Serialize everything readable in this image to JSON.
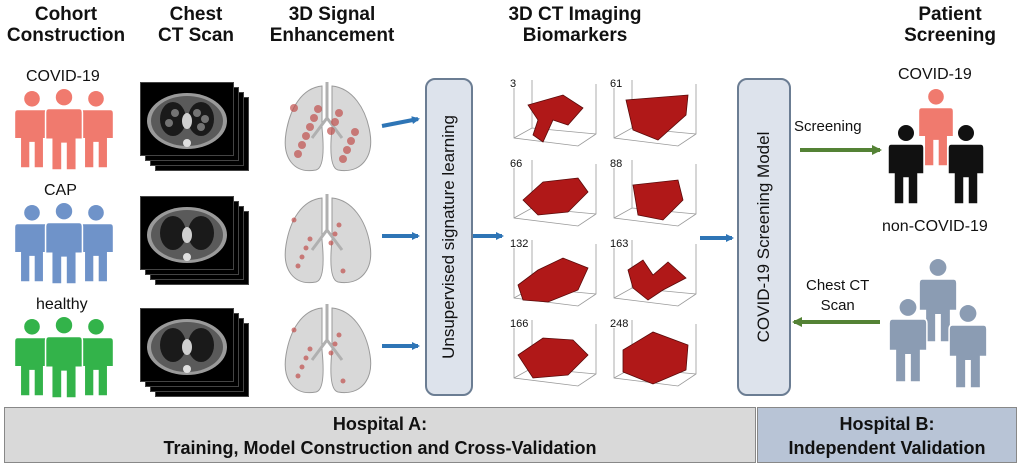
{
  "headers": {
    "cohort": [
      "Cohort",
      "Construction"
    ],
    "chest_ct": [
      "Chest",
      "CT Scan"
    ],
    "enhancement": [
      "3D Signal",
      "Enhancement"
    ],
    "biomarkers": [
      "3D CT Imaging",
      "Biomarkers"
    ],
    "screening": [
      "Patient",
      "Screening"
    ]
  },
  "cohorts": [
    {
      "label": "COVID-19",
      "color": "#f07a6e"
    },
    {
      "label": "CAP",
      "color": "#6f93c9"
    },
    {
      "label": "healthy",
      "color": "#33b34a"
    }
  ],
  "boxes": {
    "signature": "Unsupervised signature learning",
    "model": "COVID-19 Screening Model"
  },
  "biomarker_ids": [
    "3",
    "61",
    "66",
    "88",
    "132",
    "163",
    "166",
    "248"
  ],
  "screening": {
    "covid_label": "COVID-19",
    "noncovid_label": "non-COVID-19",
    "screening_arrow": "Screening",
    "scan_arrow": [
      "Chest CT",
      "Scan"
    ],
    "covid_color": "#f07a6e",
    "noncovid_color": "#111111",
    "validation_color": "#8b9cb3"
  },
  "bottom": {
    "hospital_a_title": "Hospital A:",
    "hospital_a_sub": "Training, Model Construction and Cross-Validation",
    "hospital_b_title": "Hospital B:",
    "hospital_b_sub": "Independent Validation"
  },
  "colors": {
    "blue_arrow": "#2e75b6",
    "green_arrow": "#548235",
    "biomarker": "#b01818"
  }
}
